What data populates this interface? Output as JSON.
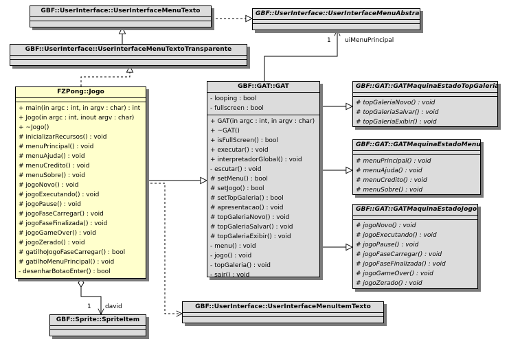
{
  "classes": {
    "menu_texto": {
      "name": "GBF::UserInterface::UserInterfaceMenuTexto"
    },
    "menu_abstract": {
      "name": "GBF::UserInterface::UserInterfaceMenuAbstract"
    },
    "menu_transparente": {
      "name": "GBF::UserInterface::UserInterfaceMenuTextoTransparente"
    },
    "jogo": {
      "name": "FZPong::Jogo",
      "operations": [
        "+ main(in argc : int, in argv : char) : int",
        "+ Jogo(in argc : int, inout argv : char)",
        "+ ~Jogo()",
        "# inicializarRecursos() : void",
        "# menuPrincipal() : void",
        "# menuAjuda() : void",
        "# menuCredito() : void",
        "# menuSobre() : void",
        "# jogoNovo() : void",
        "# jogoExecutando() : void",
        "# jogoPause() : void",
        "# jogoFaseCarregar() : void",
        "# jogoFaseFinalizada() : void",
        "# jogoGameOver() : void",
        "# jogoZerado() : void",
        "# gatilhoJogoFaseCarregar() : bool",
        "# gatilhoMenuPrincipal() : void",
        "- desenharBotaoEnter() : bool"
      ]
    },
    "gat": {
      "name": "GBF::GAT::GAT",
      "attributes": [
        "- looping : bool",
        "- fullscreen : bool"
      ],
      "operations": [
        "+ GAT(in argc : int, in argv : char)",
        "+ ~GAT()",
        "+ isFullScreen() : bool",
        "+ executar() : void",
        "+ interpretadorGlobal() : void",
        "- escutar() : void",
        "# setMenu() : bool",
        "# setJogo() : bool",
        "# setTopGaleria() : bool",
        "# apresentacao() : void",
        "# topGaleriaNovo() : void",
        "# topGaleriaSalvar() : void",
        "# topGaleriaExibir() : void",
        "- menu() : void",
        "- jogo() : void",
        "- topGaleria() : void",
        "- sair() : void"
      ]
    },
    "estado_top_galeria": {
      "name": "GBF::GAT::GATMaquinaEstadoTopGaleria",
      "operations": [
        "# topGaleriaNovo() : void",
        "# topGaleriaSalvar() : void",
        "# topGaleriaExibir() : void"
      ]
    },
    "estado_menu": {
      "name": "GBF::GAT::GATMaquinaEstadoMenu",
      "operations": [
        "# menuPrincipal() : void",
        "# menuAjuda() : void",
        "# menuCredito() : void",
        "# menuSobre() : void"
      ]
    },
    "estado_jogo": {
      "name": "GBF::GAT::GATMaquinaEstadoJogo",
      "operations": [
        "# jogoNovo() : void",
        "# jogoExecutando() : void",
        "# jogoPause() : void",
        "# jogoFaseCarregar() : void",
        "# jogoFaseFinalizada() : void",
        "# jogoGameOver() : void",
        "# jogoZerado() : void"
      ]
    },
    "menu_item_texto": {
      "name": "GBF::UserInterface::UserInterfaceMenuItemTexto"
    },
    "sprite_item": {
      "name": "GBF::Sprite::SpriteItem"
    }
  },
  "associations": {
    "ui_menu_principal": {
      "multiplicity": "1",
      "role": "uiMenuPrincipal"
    },
    "david": {
      "multiplicity": "1",
      "role": "david"
    }
  },
  "colors": {
    "class_fill": "#dcdcdc",
    "main_class_fill": "#ffffcc",
    "shadow": "#7a7a7a",
    "line": "#000000"
  }
}
